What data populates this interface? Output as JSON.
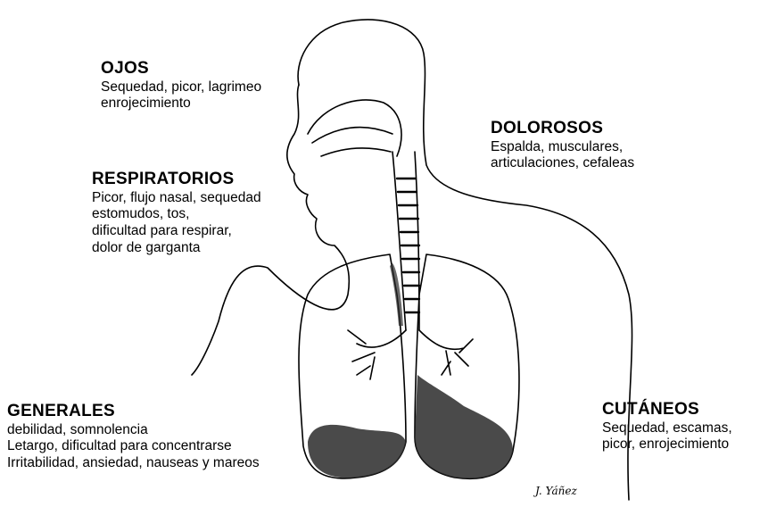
{
  "labels": {
    "ojos": {
      "title": "OJOS",
      "lines": [
        "Sequedad, picor, lagrimeo",
        "enrojecimiento"
      ]
    },
    "dolorosos": {
      "title": "DOLOROSOS",
      "lines": [
        "Espalda, musculares,",
        "articulaciones, cefaleas"
      ]
    },
    "respiratorios": {
      "title": "RESPIRATORIOS",
      "lines": [
        "Picor, flujo nasal, sequedad",
        "estomudos, tos,",
        "dificultad para respirar,",
        "dolor de garganta"
      ]
    },
    "generales": {
      "title": "GENERALES",
      "lines": [
        "debilidad, somnolencia",
        "Letargo, dificultad para concentrarse",
        "Irritabilidad, ansiedad, nauseas y mareos"
      ]
    },
    "cutaneos": {
      "title": "CUTÁNEOS",
      "lines": [
        "Sequedad, escamas,",
        "picor, enrojecimiento"
      ]
    }
  },
  "signature": "J. Yáñez",
  "colors": {
    "ink": "#000000",
    "shade": "#2a2a2a",
    "paper": "#ffffff"
  }
}
